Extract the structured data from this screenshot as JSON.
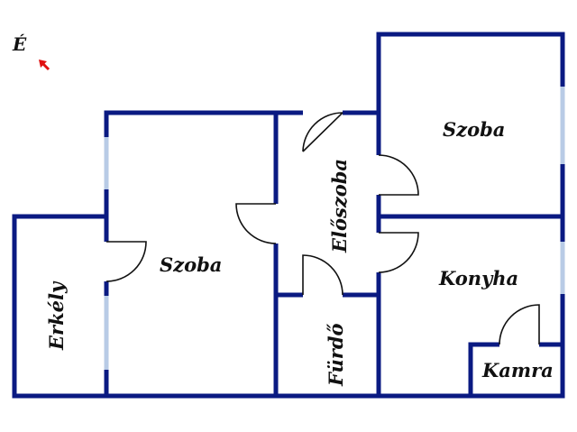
{
  "compass": {
    "label": "É",
    "arrow_icon": "north-arrow-icon"
  },
  "rooms": {
    "erkely": "Erkély",
    "szoba_left": "Szoba",
    "eloszoba": "Előszoba",
    "furdo": "Fürdő",
    "szoba_right": "Szoba",
    "konyha": "Konyha",
    "kamra": "Kamra"
  },
  "colors": {
    "wall": "#0a1a82",
    "window": "#b8cbe6",
    "arrow": "#e01010"
  }
}
